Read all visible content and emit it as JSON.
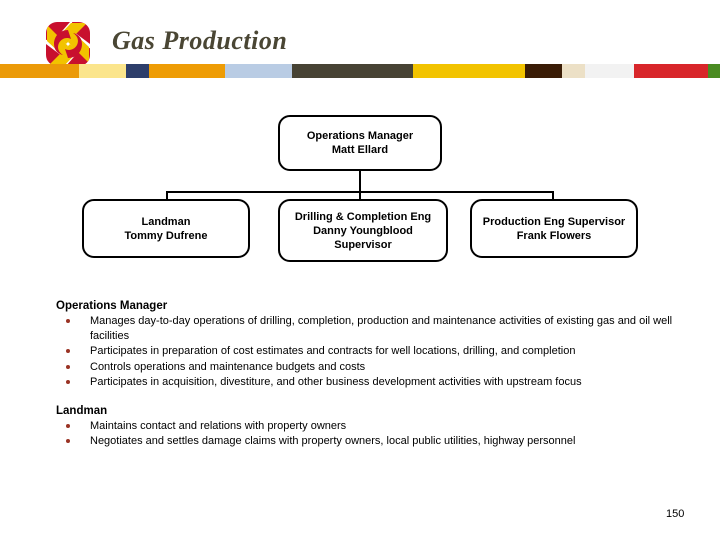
{
  "header": {
    "title": "Gas Production",
    "title_color": "#4a4634",
    "logo_icon": "pinwheel-logo-icon",
    "logo_colors": {
      "red": "#c8102e",
      "yellow": "#f2c300"
    }
  },
  "colorbar": {
    "segments": [
      {
        "name": "orange",
        "color": "#eb9a08",
        "width": 90
      },
      {
        "name": "pale-yellow",
        "color": "#fbe58c",
        "width": 54
      },
      {
        "name": "navy",
        "color": "#2d3e6b",
        "width": 26
      },
      {
        "name": "orange-2",
        "color": "#ee9c05",
        "width": 86
      },
      {
        "name": "light-blue",
        "color": "#b9cce4",
        "width": 76
      },
      {
        "name": "dark-olive",
        "color": "#474334",
        "width": 138
      },
      {
        "name": "gold",
        "color": "#f2c300",
        "width": 128
      },
      {
        "name": "dark-brown",
        "color": "#3a1c06",
        "width": 42
      },
      {
        "name": "cream",
        "color": "#ece0c6",
        "width": 26
      },
      {
        "name": "off-white",
        "color": "#f2f2f2",
        "width": 56
      },
      {
        "name": "red",
        "color": "#d8262a",
        "width": 84
      },
      {
        "name": "green",
        "color": "#4a8b22",
        "width": 14
      }
    ]
  },
  "orgchart": {
    "nodes": [
      {
        "id": "ops",
        "name": "node-operations-manager",
        "lines": [
          "Operations Manager",
          "Matt Ellard"
        ]
      },
      {
        "id": "land",
        "name": "node-landman",
        "lines": [
          "Landman",
          "Tommy Dufrene"
        ]
      },
      {
        "id": "drill",
        "name": "node-drilling-completion-eng",
        "lines": [
          "Drilling & Completion Eng",
          "Danny Youngblood",
          "Supervisor"
        ]
      },
      {
        "id": "prod",
        "name": "node-production-eng-supervisor",
        "lines": [
          "Production Eng Supervisor",
          "Frank Flowers"
        ]
      }
    ]
  },
  "content": {
    "sections": [
      {
        "title": "Operations Manager",
        "bullets": [
          "Manages day-to-day operations of drilling, completion, production and maintenance activities of existing gas and oil well facilities",
          "Participates in preparation of cost estimates and contracts for well locations, drilling, and completion",
          "Controls operations and maintenance budgets and costs",
          "Participates in acquisition, divestiture, and other business development activities with upstream focus"
        ]
      },
      {
        "title": "Landman",
        "bullets": [
          "Maintains contact and relations with property owners",
          "Negotiates and settles damage claims with property owners, local public utilities, highway personnel"
        ]
      }
    ]
  },
  "footer": {
    "page_number": "150"
  }
}
